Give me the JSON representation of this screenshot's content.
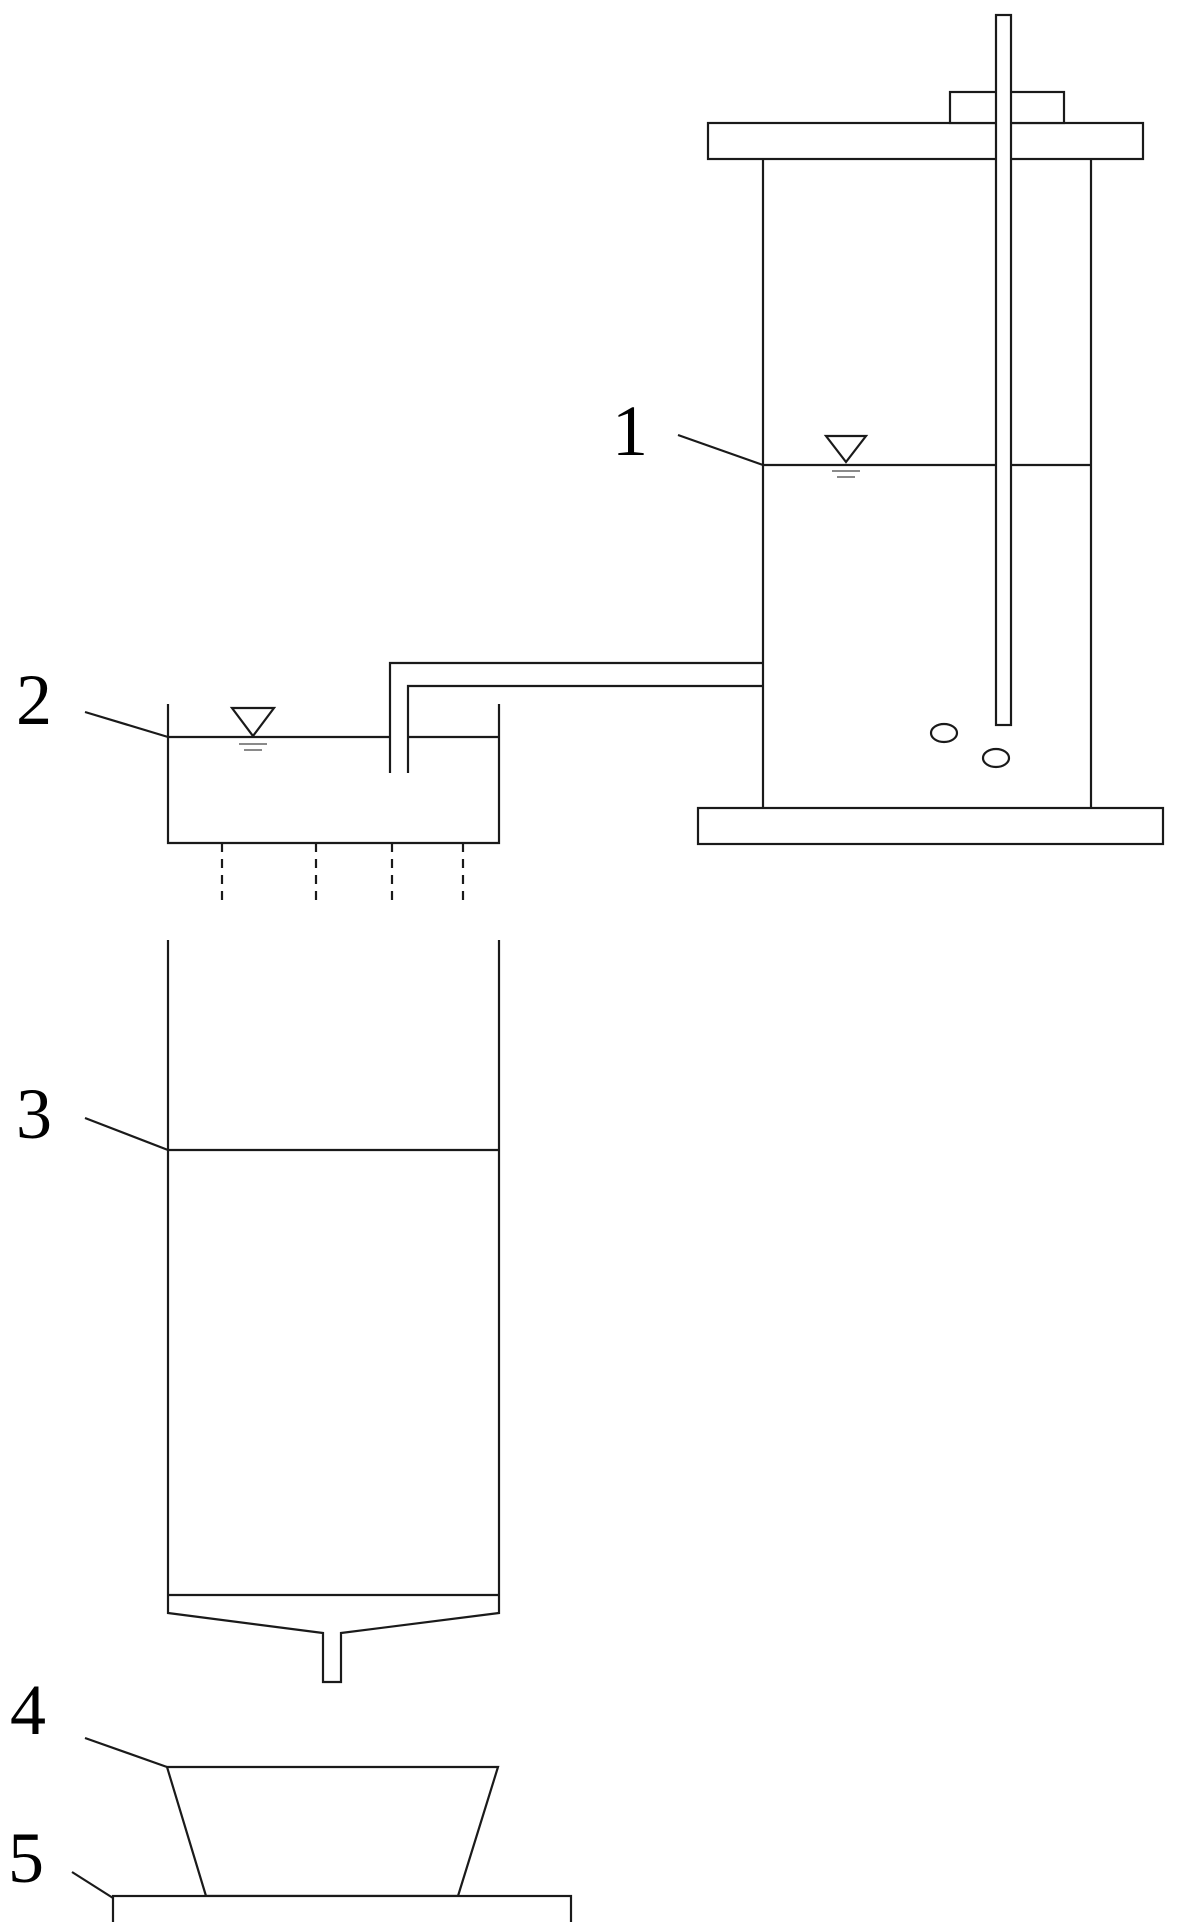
{
  "labels": {
    "callout_1": "1",
    "callout_2": "2",
    "callout_3": "3",
    "callout_4": "4",
    "callout_5": "5"
  },
  "colors": {
    "line": "#1a1a1a",
    "water_ripple": "#8a8a8a",
    "background": "#ffffff"
  }
}
